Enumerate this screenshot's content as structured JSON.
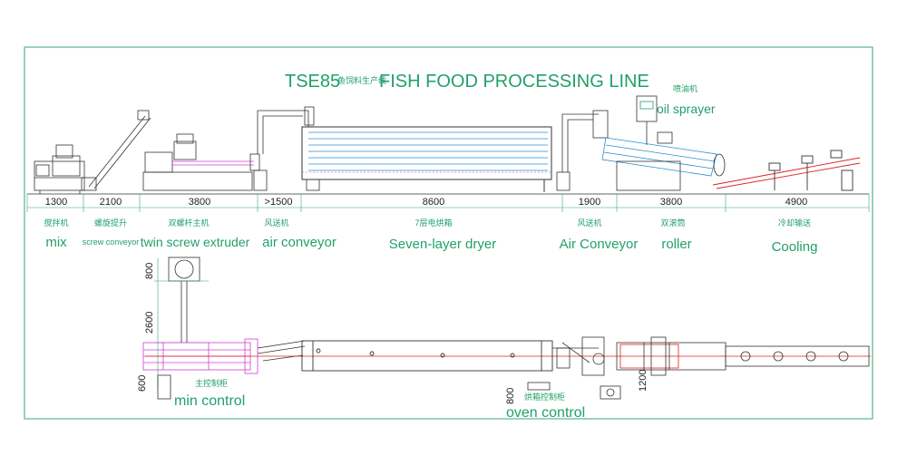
{
  "title": {
    "model": "TSE85",
    "chinese": "鱼饲料生产线",
    "english": "FISH FOOD PROCESSING LINE"
  },
  "stations": [
    {
      "length": "1300",
      "zh": "搅拌机",
      "en": "mix"
    },
    {
      "length": "2100",
      "zh": "螺旋提升",
      "en": "screw conveyor"
    },
    {
      "length": "3800",
      "zh": "双螺杆主机",
      "en": "twin screw extruder"
    },
    {
      "length": ">1500",
      "zh": "风送机",
      "en": "air conveyor"
    },
    {
      "length": "8600",
      "zh": "7层电烘箱",
      "en": "Seven-layer dryer"
    },
    {
      "length": "1900",
      "zh": "风送机",
      "en": "Air Conveyor"
    },
    {
      "length": "3800",
      "zh": "双滚筒",
      "en": "roller"
    },
    {
      "length": "4900",
      "zh": "冷却输送",
      "en": "Cooling"
    }
  ],
  "oil_sprayer": {
    "zh": "喷油机",
    "en": "oil sprayer"
  },
  "plan_dimensions": {
    "d800_top": "800",
    "d2600": "2600",
    "d600": "600",
    "d800_bottom": "800",
    "d1200": "1200"
  },
  "main_control": {
    "zh": "主控制柜",
    "en": "min control"
  },
  "oven_control": {
    "zh": "烘箱控制柜",
    "en": "oven control"
  },
  "colors": {
    "frame": "#33a870",
    "line": "#333333",
    "dryer": "#2a8fd0",
    "magenta": "#d040d0",
    "red": "#e02020",
    "green_text": "#22a06a",
    "blue_text": "#1e7fb0"
  }
}
